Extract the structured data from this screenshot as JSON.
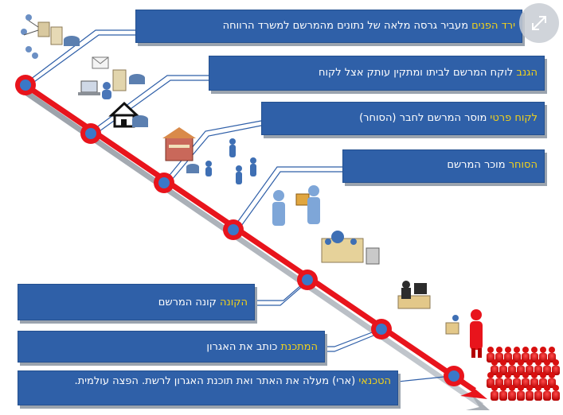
{
  "steps": [
    {
      "role": "ירד הפנים",
      "text": " מעביר גרסה מלאה של נתונים מהמרשם למשרד הרווחה"
    },
    {
      "role": "הגנב",
      "text": " לוקח המרשם לביתו ומתקין עותק אצל לקוח"
    },
    {
      "role": "לקוח פרטי",
      "text": " מוסר המרשם לחבר (הסוחר)"
    },
    {
      "role": "הסוחר",
      "text": " מוכר המרשם"
    },
    {
      "role": "הקונה",
      "text": " קונה המרשם"
    },
    {
      "role": "המתכנת",
      "text": " כותב את האגרון"
    },
    {
      "role": "הטכנאי",
      "text": " (ארי) מעלה את האתר ואת תוכנת האגרון לרשת. הפצה עולמית."
    }
  ],
  "icons": {
    "expand": "expand-arrows-icon",
    "stage_icons": [
      "network-computers-icon",
      "server-pc-icon",
      "email-icon",
      "laptop-user-icon",
      "database-icon",
      "house-icon",
      "store-icon",
      "people-group-icon",
      "office-team-icon",
      "buyer-seller-icon",
      "desk-workstation-icon",
      "programmer-icon",
      "technician-icon",
      "crowd-icon"
    ]
  },
  "colors": {
    "box_fill": "#2f60a8",
    "role_text": "#f2d21b",
    "timeline_red": "#e8141c",
    "node_blue": "#3a78c8"
  }
}
